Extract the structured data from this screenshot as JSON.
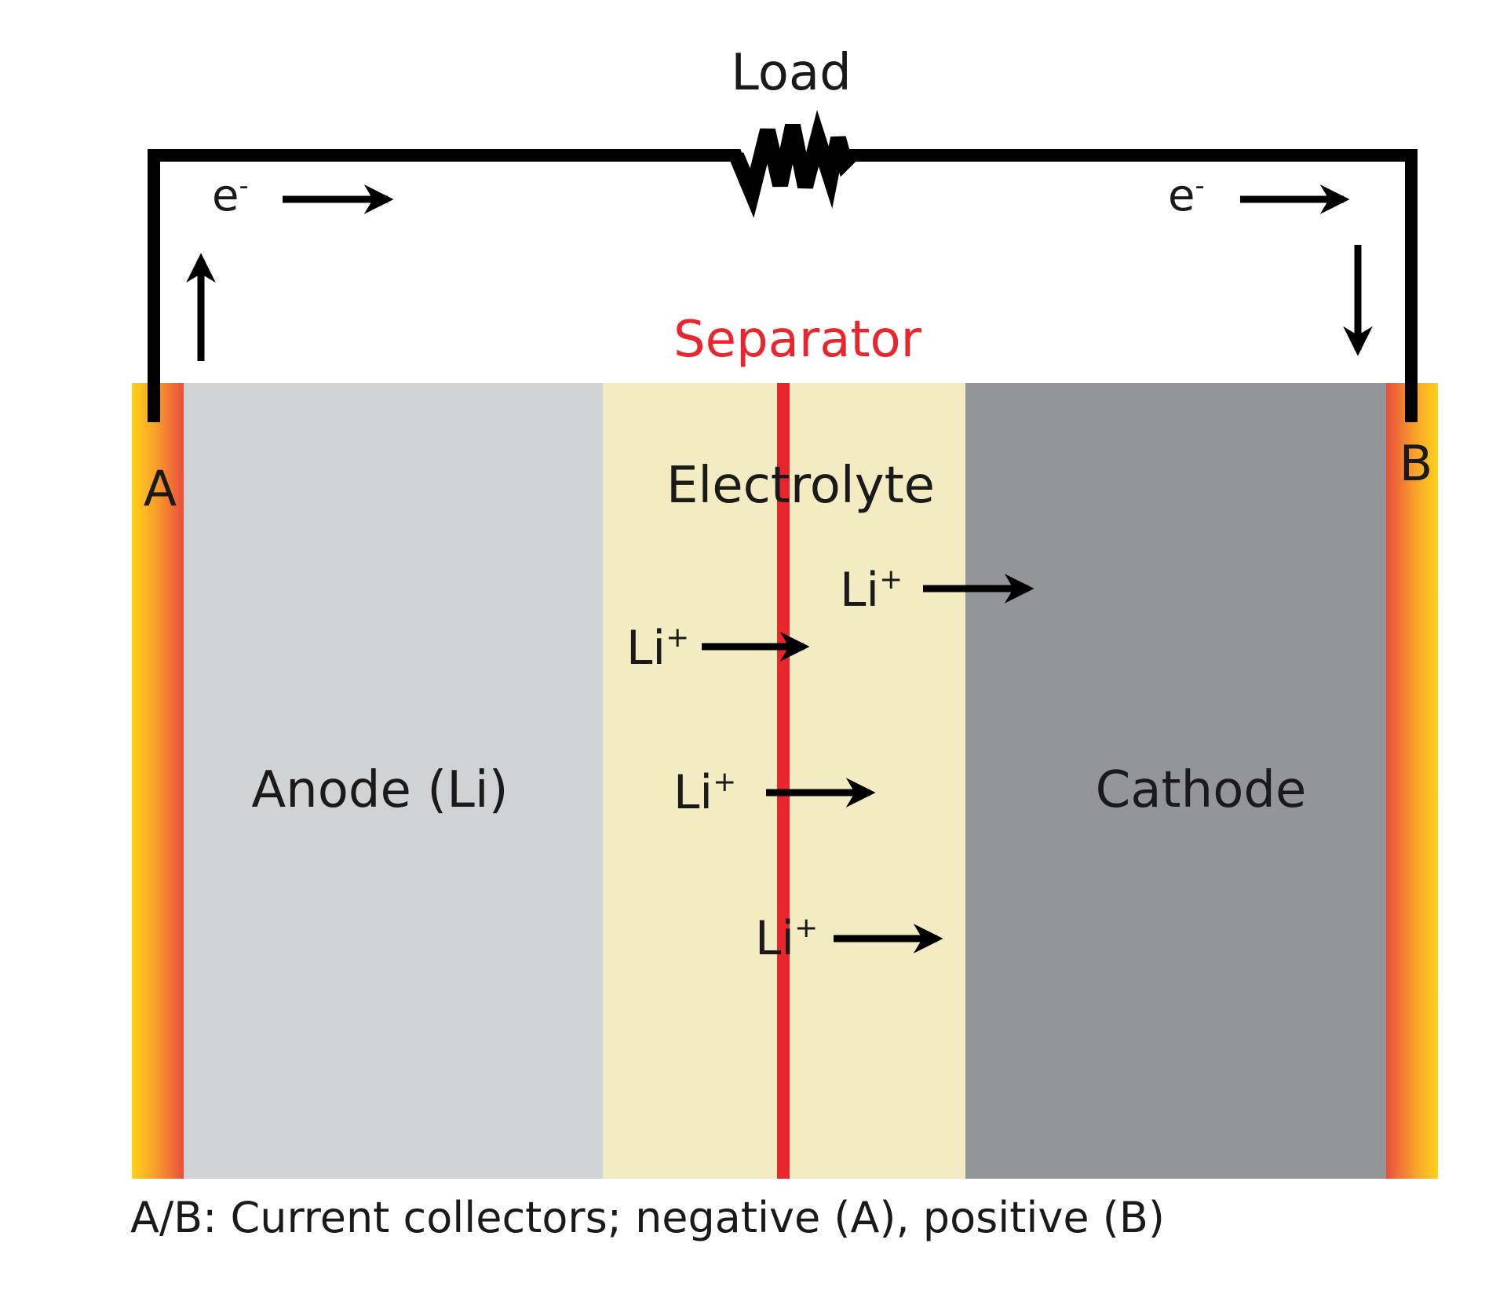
{
  "labels": {
    "load": "Load",
    "separator": "Separator",
    "electrolyte": "Electrolyte",
    "anode": "Anode (Li)",
    "cathode": "Cathode",
    "collector_a": "A",
    "collector_b": "B",
    "electron": "e",
    "electron_charge": "-",
    "ion": "Li",
    "ion_charge": "+",
    "caption": "A/B: Current collectors; negative (A), positive (B)"
  },
  "colors": {
    "wire": "#000000",
    "separator": "#e8262e",
    "separator_label": "#e8262e",
    "electrolyte": "#f3ecc3",
    "anode": "#d1d2d4",
    "cathode": "#939598",
    "collector_outer": "#ffd21a",
    "collector_inner": "#e94e3c"
  },
  "icons": {
    "resistor": "zigzag-resistor-icon",
    "arrow": "arrow-icon"
  }
}
